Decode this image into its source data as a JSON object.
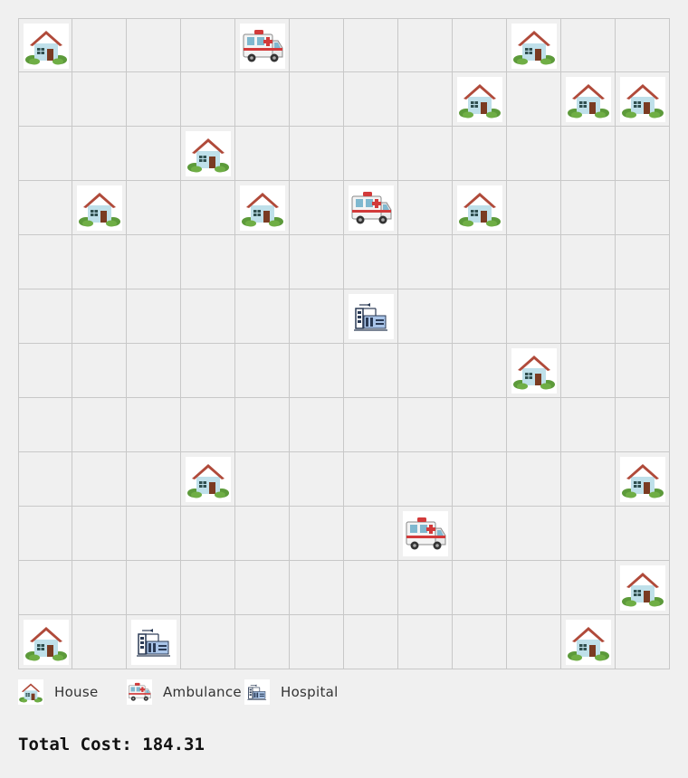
{
  "grid": {
    "rows": 12,
    "cols": 12,
    "pieces": [
      {
        "type": "house",
        "row": 0,
        "col": 0
      },
      {
        "type": "ambulance",
        "row": 0,
        "col": 4
      },
      {
        "type": "house",
        "row": 0,
        "col": 9
      },
      {
        "type": "house",
        "row": 1,
        "col": 8
      },
      {
        "type": "house",
        "row": 1,
        "col": 10
      },
      {
        "type": "house",
        "row": 1,
        "col": 11
      },
      {
        "type": "house",
        "row": 2,
        "col": 3
      },
      {
        "type": "house",
        "row": 3,
        "col": 1
      },
      {
        "type": "house",
        "row": 3,
        "col": 4
      },
      {
        "type": "ambulance",
        "row": 3,
        "col": 6
      },
      {
        "type": "house",
        "row": 3,
        "col": 8
      },
      {
        "type": "hospital",
        "row": 5,
        "col": 6
      },
      {
        "type": "house",
        "row": 6,
        "col": 9
      },
      {
        "type": "house",
        "row": 8,
        "col": 3
      },
      {
        "type": "house",
        "row": 8,
        "col": 11
      },
      {
        "type": "ambulance",
        "row": 9,
        "col": 7
      },
      {
        "type": "house",
        "row": 10,
        "col": 11
      },
      {
        "type": "house",
        "row": 11,
        "col": 0
      },
      {
        "type": "hospital",
        "row": 11,
        "col": 2
      },
      {
        "type": "house",
        "row": 11,
        "col": 10
      }
    ]
  },
  "legend": [
    {
      "type": "house",
      "label": "House",
      "icon": "house-icon"
    },
    {
      "type": "ambulance",
      "label": "Ambulance",
      "icon": "ambulance-icon"
    },
    {
      "type": "hospital",
      "label": "Hospital",
      "icon": "hospital-icon"
    }
  ],
  "total": {
    "label": "Total Cost: 184.31"
  }
}
